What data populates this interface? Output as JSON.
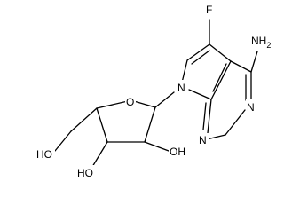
{
  "molecule": {
    "atoms": {
      "F": "F",
      "NH2": "NH",
      "NH2_sub": "2",
      "N_pyrimidine_top": "N",
      "N_pyrimidine_bottom": "N",
      "N_pyrrole": "N",
      "O_ring": "O",
      "OH_2": "OH",
      "OH_3": "HO",
      "OH_5": "HO"
    },
    "colors": {
      "bond": "#000000",
      "label": "#000000",
      "background": "#ffffff"
    }
  }
}
